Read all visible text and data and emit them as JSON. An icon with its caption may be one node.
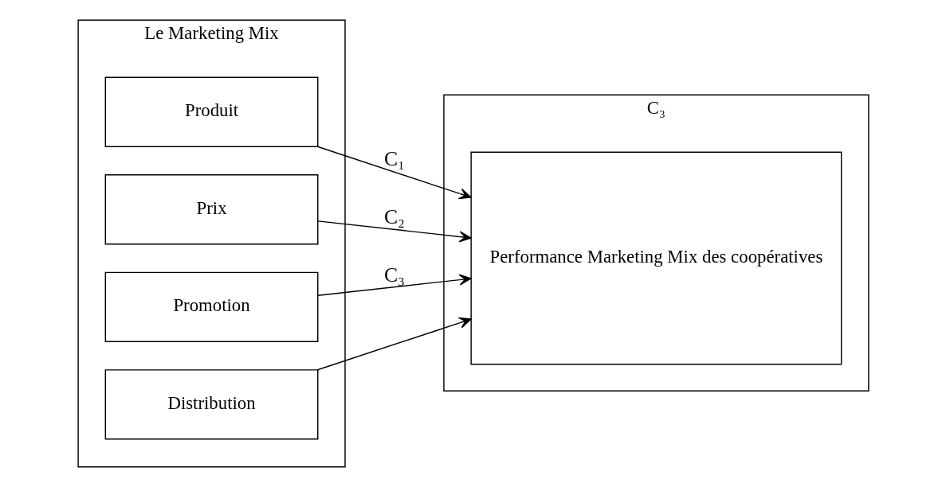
{
  "diagram": {
    "nodes": [
      {
        "text": [
          "Le Marketing Mix"
        ]
      },
      {
        "text": [
          "Produit"
        ],
        "in": 0
      },
      {
        "text": [
          "Prix"
        ],
        "in": 0
      },
      {
        "text": [
          "Promotion"
        ],
        "in": 0
      },
      {
        "text": [
          "Distribution"
        ],
        "in": 0
      },
      {
        "text": [
          "C₃"
        ]
      },
      {
        "text": [
          "Performance Marketing Mix des coopératives"
        ],
        "in": 5
      }
    ],
    "edges": [
      {
        "from": 1,
        "to": 6,
        "arrow": "to",
        "label": "C₁"
      },
      {
        "from": 2,
        "to": 6,
        "arrow": "to",
        "label": "C₂"
      },
      {
        "from": 3,
        "to": 6,
        "arrow": "to",
        "label": "C₃"
      },
      {
        "from": 4,
        "to": 6,
        "arrow": "to"
      }
    ]
  }
}
